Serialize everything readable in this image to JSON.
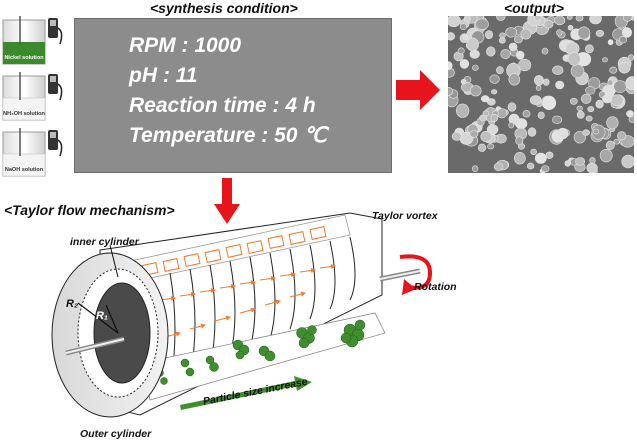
{
  "headers": {
    "synthesis": "<synthesis condition>",
    "output": "<output>",
    "taylor": "<Taylor flow mechanism>"
  },
  "conditions": [
    "RPM : 1000",
    "pH : 11",
    "Reaction time : 4 h",
    "Temperature : 50 ℃"
  ],
  "beakers": [
    {
      "label": "Nickel solution",
      "liquid_color": "#3c8a2e"
    },
    {
      "label": "NH₄OH solution",
      "liquid_color": "#f4f4f4"
    },
    {
      "label": "NaOH solution",
      "liquid_color": "#f4f4f4"
    }
  ],
  "mechanism_labels": {
    "taylor_vortex": "Taylor vortex",
    "inner_cylinder": "inner cylinder",
    "rotation": "Rotation",
    "r2": "R₂",
    "r1": "R₁",
    "particle_size": "Particle size increase",
    "outer_cylinder": "Outer cylinder"
  },
  "colors": {
    "arrow_red": "#e8141c",
    "flow_orange": "#f07a30",
    "particle_green": "#3f8f2f",
    "condition_box": "#8c8c8c"
  }
}
